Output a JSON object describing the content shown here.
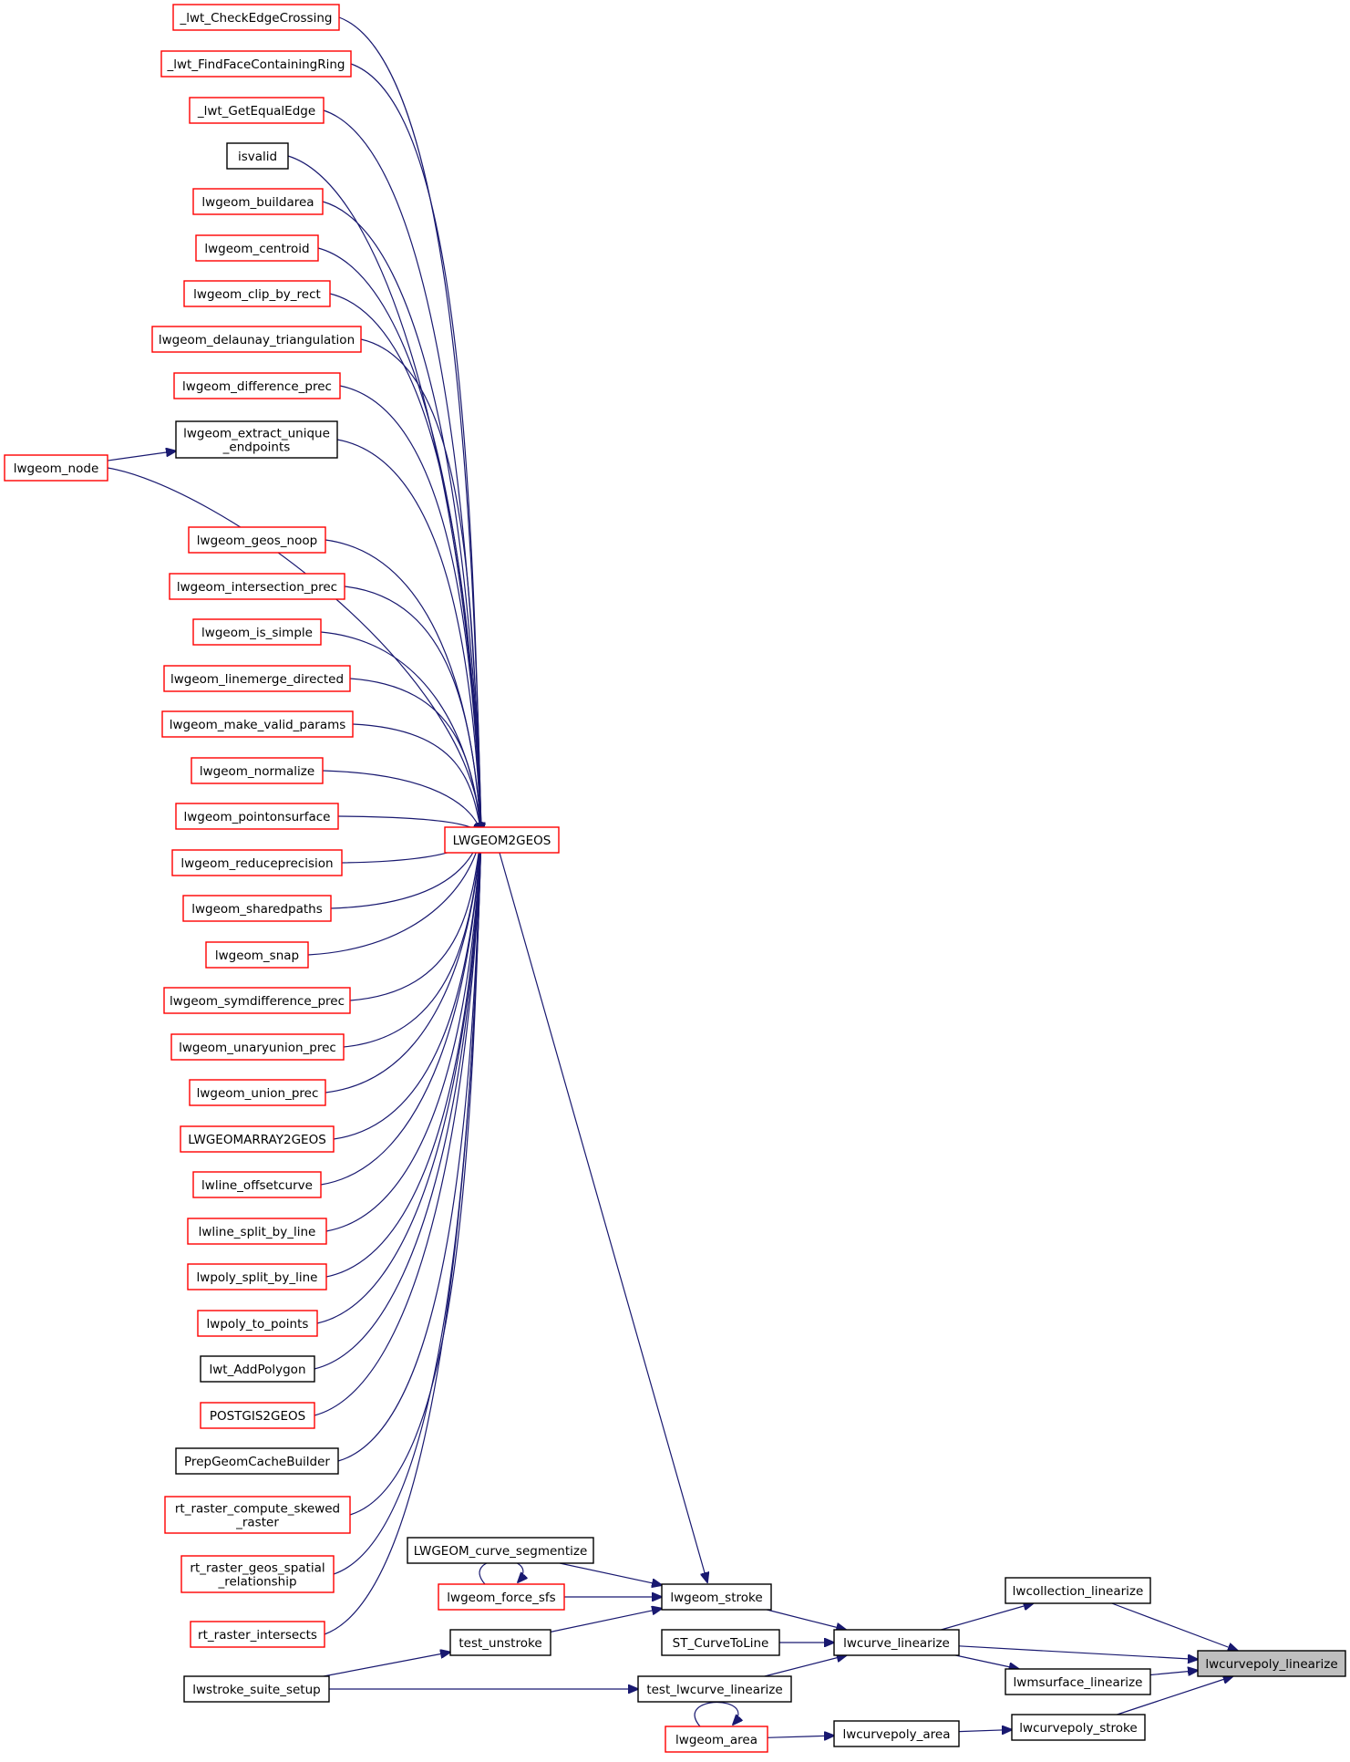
{
  "colors": {
    "edge": "#191970",
    "box_red": "#ff0000",
    "box_black": "#000000",
    "focus_fill": "#bfbfbf"
  },
  "nodes": [
    {
      "id": "n_checkedge",
      "label": "_lwt_CheckEdgeCrossing",
      "border": "red"
    },
    {
      "id": "n_findface",
      "label": "_lwt_FindFaceContainingRing",
      "border": "red"
    },
    {
      "id": "n_getequal",
      "label": "_lwt_GetEqualEdge",
      "border": "red"
    },
    {
      "id": "n_isvalid",
      "label": "isvalid",
      "border": "black"
    },
    {
      "id": "n_buildarea",
      "label": "lwgeom_buildarea",
      "border": "red"
    },
    {
      "id": "n_centroid",
      "label": "lwgeom_centroid",
      "border": "red"
    },
    {
      "id": "n_clip",
      "label": "lwgeom_clip_by_rect",
      "border": "red"
    },
    {
      "id": "n_delaunay",
      "label": "lwgeom_delaunay_triangulation",
      "border": "red"
    },
    {
      "id": "n_diff",
      "label": "lwgeom_difference_prec",
      "border": "red"
    },
    {
      "id": "n_extract",
      "label": "lwgeom_extract_unique\n_endpoints",
      "border": "black"
    },
    {
      "id": "n_node",
      "label": "lwgeom_node",
      "border": "red"
    },
    {
      "id": "n_noop",
      "label": "lwgeom_geos_noop",
      "border": "red"
    },
    {
      "id": "n_intersect",
      "label": "lwgeom_intersection_prec",
      "border": "red"
    },
    {
      "id": "n_simple",
      "label": "lwgeom_is_simple",
      "border": "red"
    },
    {
      "id": "n_linemerge",
      "label": "lwgeom_linemerge_directed",
      "border": "red"
    },
    {
      "id": "n_makevalid",
      "label": "lwgeom_make_valid_params",
      "border": "red"
    },
    {
      "id": "n_normalize",
      "label": "lwgeom_normalize",
      "border": "red"
    },
    {
      "id": "n_pointon",
      "label": "lwgeom_pointonsurface",
      "border": "red"
    },
    {
      "id": "n_reduce",
      "label": "lwgeom_reduceprecision",
      "border": "red"
    },
    {
      "id": "n_shared",
      "label": "lwgeom_sharedpaths",
      "border": "red"
    },
    {
      "id": "n_snap",
      "label": "lwgeom_snap",
      "border": "red"
    },
    {
      "id": "n_symdiff",
      "label": "lwgeom_symdifference_prec",
      "border": "red"
    },
    {
      "id": "n_unaryunion",
      "label": "lwgeom_unaryunion_prec",
      "border": "red"
    },
    {
      "id": "n_union",
      "label": "lwgeom_union_prec",
      "border": "red"
    },
    {
      "id": "n_array2geos",
      "label": "LWGEOMARRAY2GEOS",
      "border": "red"
    },
    {
      "id": "n_offset",
      "label": "lwline_offsetcurve",
      "border": "red"
    },
    {
      "id": "n_linesplit",
      "label": "lwline_split_by_line",
      "border": "red"
    },
    {
      "id": "n_polysplit",
      "label": "lwpoly_split_by_line",
      "border": "red"
    },
    {
      "id": "n_polypoints",
      "label": "lwpoly_to_points",
      "border": "red"
    },
    {
      "id": "n_addpoly",
      "label": "lwt_AddPolygon",
      "border": "black"
    },
    {
      "id": "n_pg2geos",
      "label": "POSTGIS2GEOS",
      "border": "red"
    },
    {
      "id": "n_prepgeom",
      "label": "PrepGeomCacheBuilder",
      "border": "black"
    },
    {
      "id": "n_skewed",
      "label": "rt_raster_compute_skewed\n_raster",
      "border": "red"
    },
    {
      "id": "n_spatial",
      "label": "rt_raster_geos_spatial\n_relationship",
      "border": "red"
    },
    {
      "id": "n_rastint",
      "label": "rt_raster_intersects",
      "border": "red"
    },
    {
      "id": "n_lw2geos",
      "label": "LWGEOM2GEOS",
      "border": "red"
    },
    {
      "id": "n_curveseg",
      "label": "LWGEOM_curve_segmentize",
      "border": "black"
    },
    {
      "id": "n_forcesfs",
      "label": "lwgeom_force_sfs",
      "border": "red"
    },
    {
      "id": "n_stroke",
      "label": "lwgeom_stroke",
      "border": "black"
    },
    {
      "id": "n_unstroke",
      "label": "test_unstroke",
      "border": "black"
    },
    {
      "id": "n_suite",
      "label": "lwstroke_suite_setup",
      "border": "black"
    },
    {
      "id": "n_curvetoline",
      "label": "ST_CurveToLine",
      "border": "black"
    },
    {
      "id": "n_curvelin",
      "label": "lwcurve_linearize",
      "border": "black"
    },
    {
      "id": "n_testcurvelin",
      "label": "test_lwcurve_linearize",
      "border": "black"
    },
    {
      "id": "n_colllin",
      "label": "lwcollection_linearize",
      "border": "black"
    },
    {
      "id": "n_msurflin",
      "label": "lwmsurface_linearize",
      "border": "black"
    },
    {
      "id": "n_polylin",
      "label": "lwcurvepoly_linearize",
      "border": "gray"
    },
    {
      "id": "n_polystroke",
      "label": "lwcurvepoly_stroke",
      "border": "black"
    },
    {
      "id": "n_polyarea",
      "label": "lwcurvepoly_area",
      "border": "black"
    },
    {
      "id": "n_area",
      "label": "lwgeom_area",
      "border": "red"
    }
  ],
  "edges": [
    {
      "from": "n_checkedge",
      "to": "n_lw2geos"
    },
    {
      "from": "n_findface",
      "to": "n_lw2geos"
    },
    {
      "from": "n_getequal",
      "to": "n_lw2geos"
    },
    {
      "from": "n_isvalid",
      "to": "n_lw2geos"
    },
    {
      "from": "n_buildarea",
      "to": "n_lw2geos"
    },
    {
      "from": "n_centroid",
      "to": "n_lw2geos"
    },
    {
      "from": "n_clip",
      "to": "n_lw2geos"
    },
    {
      "from": "n_delaunay",
      "to": "n_lw2geos"
    },
    {
      "from": "n_diff",
      "to": "n_lw2geos"
    },
    {
      "from": "n_extract",
      "to": "n_lw2geos"
    },
    {
      "from": "n_node",
      "to": "n_extract"
    },
    {
      "from": "n_node",
      "to": "n_lw2geos"
    },
    {
      "from": "n_noop",
      "to": "n_lw2geos"
    },
    {
      "from": "n_intersect",
      "to": "n_lw2geos"
    },
    {
      "from": "n_simple",
      "to": "n_lw2geos"
    },
    {
      "from": "n_linemerge",
      "to": "n_lw2geos"
    },
    {
      "from": "n_makevalid",
      "to": "n_lw2geos"
    },
    {
      "from": "n_normalize",
      "to": "n_lw2geos"
    },
    {
      "from": "n_pointon",
      "to": "n_lw2geos"
    },
    {
      "from": "n_reduce",
      "to": "n_lw2geos"
    },
    {
      "from": "n_shared",
      "to": "n_lw2geos"
    },
    {
      "from": "n_snap",
      "to": "n_lw2geos"
    },
    {
      "from": "n_symdiff",
      "to": "n_lw2geos"
    },
    {
      "from": "n_unaryunion",
      "to": "n_lw2geos"
    },
    {
      "from": "n_union",
      "to": "n_lw2geos"
    },
    {
      "from": "n_array2geos",
      "to": "n_lw2geos"
    },
    {
      "from": "n_offset",
      "to": "n_lw2geos"
    },
    {
      "from": "n_linesplit",
      "to": "n_lw2geos"
    },
    {
      "from": "n_polysplit",
      "to": "n_lw2geos"
    },
    {
      "from": "n_polypoints",
      "to": "n_lw2geos"
    },
    {
      "from": "n_addpoly",
      "to": "n_lw2geos"
    },
    {
      "from": "n_pg2geos",
      "to": "n_lw2geos"
    },
    {
      "from": "n_prepgeom",
      "to": "n_lw2geos"
    },
    {
      "from": "n_skewed",
      "to": "n_lw2geos"
    },
    {
      "from": "n_spatial",
      "to": "n_lw2geos"
    },
    {
      "from": "n_rastint",
      "to": "n_lw2geos"
    },
    {
      "from": "n_lw2geos",
      "to": "n_stroke"
    },
    {
      "from": "n_curveseg",
      "to": "n_stroke"
    },
    {
      "from": "n_forcesfs",
      "to": "n_stroke"
    },
    {
      "from": "n_forcesfs",
      "to": "n_forcesfs"
    },
    {
      "from": "n_unstroke",
      "to": "n_stroke"
    },
    {
      "from": "n_suite",
      "to": "n_unstroke"
    },
    {
      "from": "n_suite",
      "to": "n_testcurvelin"
    },
    {
      "from": "n_stroke",
      "to": "n_curvelin"
    },
    {
      "from": "n_curvetoline",
      "to": "n_curvelin"
    },
    {
      "from": "n_testcurvelin",
      "to": "n_curvelin"
    },
    {
      "from": "n_curvelin",
      "to": "n_colllin"
    },
    {
      "from": "n_curvelin",
      "to": "n_msurflin"
    },
    {
      "from": "n_curvelin",
      "to": "n_polylin"
    },
    {
      "from": "n_colllin",
      "to": "n_polylin"
    },
    {
      "from": "n_msurflin",
      "to": "n_polylin"
    },
    {
      "from": "n_polystroke",
      "to": "n_polylin"
    },
    {
      "from": "n_polyarea",
      "to": "n_polystroke"
    },
    {
      "from": "n_area",
      "to": "n_polyarea"
    },
    {
      "from": "n_area",
      "to": "n_area"
    }
  ]
}
